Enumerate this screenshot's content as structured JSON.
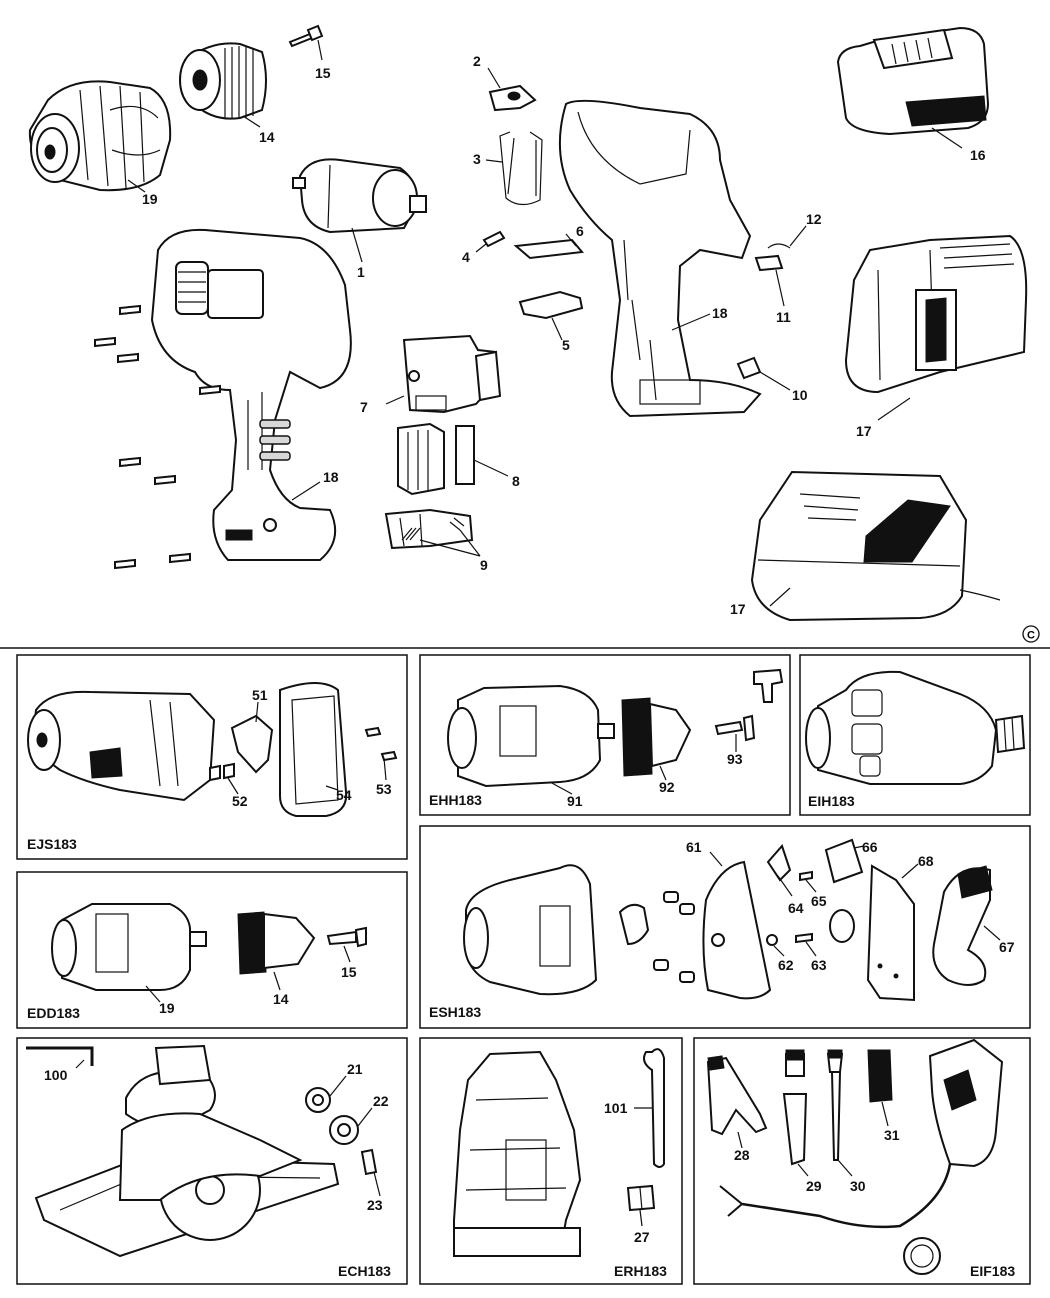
{
  "copyright_mark": "C",
  "main_labels": {
    "l1": "1",
    "l2": "2",
    "l3": "3",
    "l4": "4",
    "l5": "5",
    "l6": "6",
    "l7": "7",
    "l8": "8",
    "l9": "9",
    "l10": "10",
    "l11": "11",
    "l12": "12",
    "l14": "14",
    "l15": "15",
    "l16": "16",
    "l17a": "17",
    "l17b": "17",
    "l18a": "18",
    "l18b": "18",
    "l19": "19"
  },
  "panels": {
    "ejs": {
      "name": "EJS183",
      "labels": {
        "l51": "51",
        "l52": "52",
        "l53": "53",
        "l54": "54"
      }
    },
    "ehh": {
      "name": "EHH183",
      "labels": {
        "l91": "91",
        "l92": "92",
        "l93": "93"
      }
    },
    "eih": {
      "name": "EIH183"
    },
    "edd": {
      "name": "EDD183",
      "labels": {
        "l19": "19",
        "l14": "14",
        "l15": "15"
      }
    },
    "esh": {
      "name": "ESH183",
      "labels": {
        "l61": "61",
        "l62": "62",
        "l63": "63",
        "l64": "64",
        "l65": "65",
        "l66": "66",
        "l67": "67",
        "l68": "68"
      }
    },
    "ech": {
      "name": "ECH183",
      "labels": {
        "l100": "100",
        "l21": "21",
        "l22": "22",
        "l23": "23"
      }
    },
    "erh": {
      "name": "ERH183",
      "labels": {
        "l101": "101",
        "l27": "27"
      }
    },
    "eif": {
      "name": "EIF183",
      "labels": {
        "l28": "28",
        "l29": "29",
        "l30": "30",
        "l31": "31"
      }
    }
  }
}
